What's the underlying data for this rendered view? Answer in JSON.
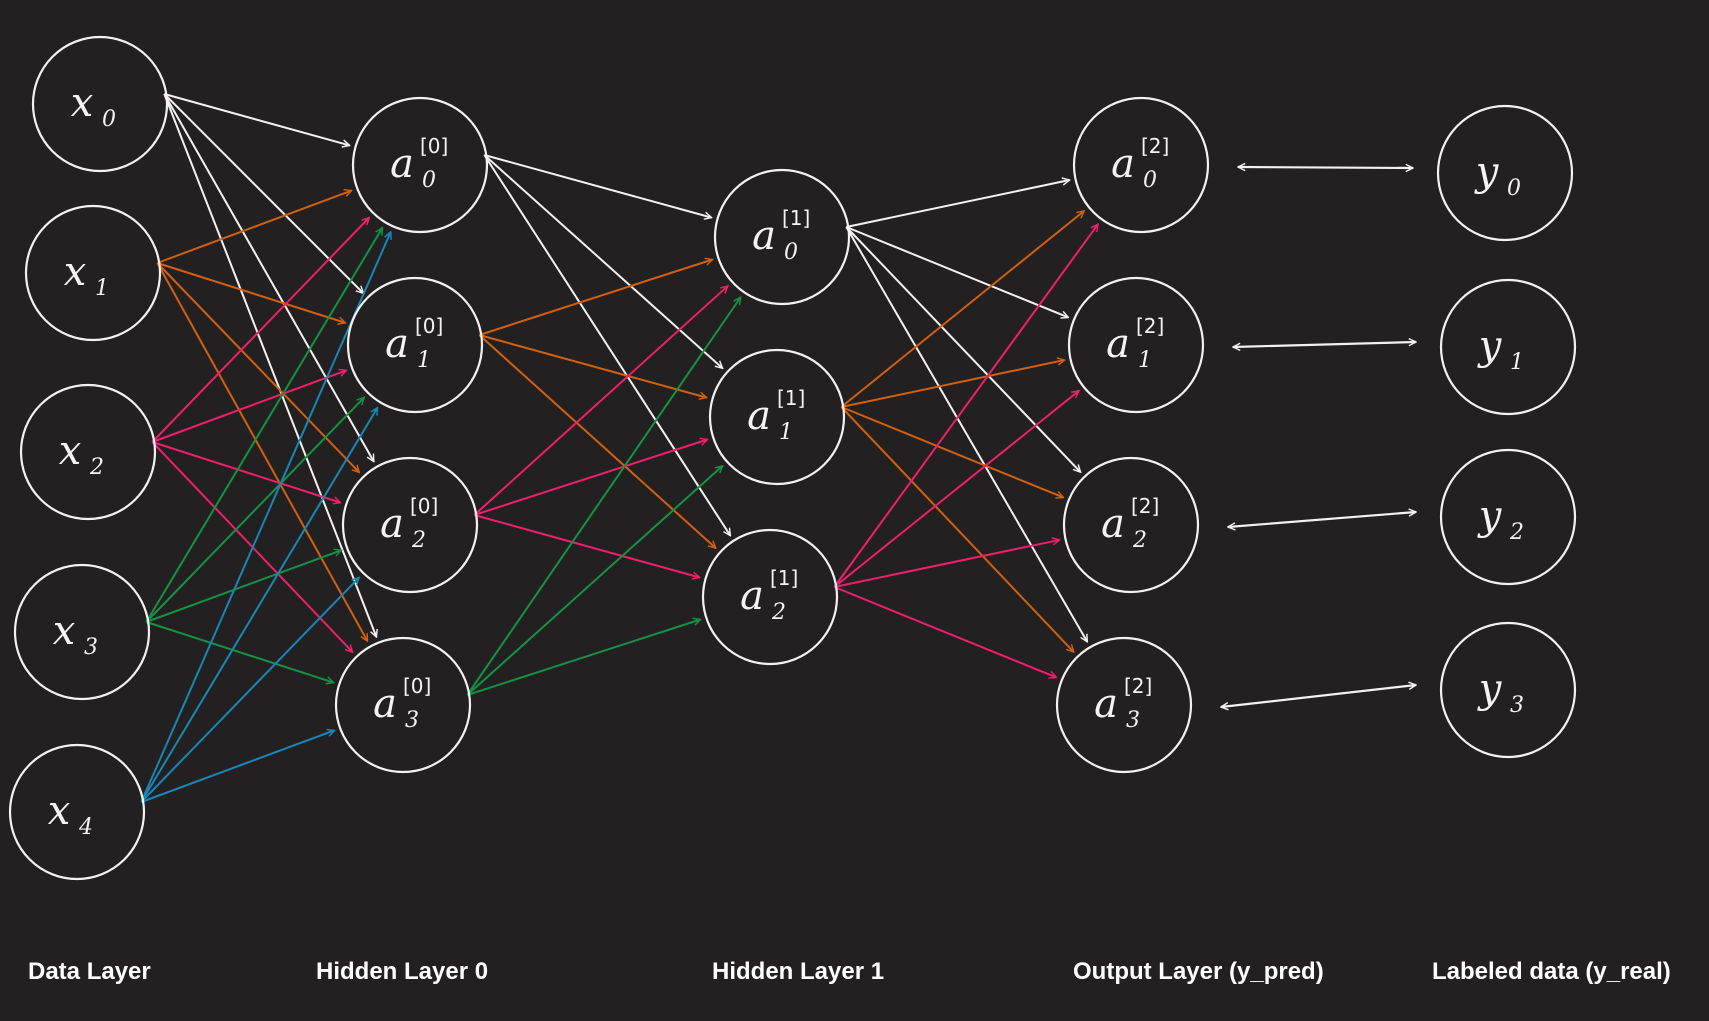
{
  "layer_labels": {
    "data": "Data Layer",
    "hidden0": "Hidden Layer 0",
    "hidden1": "Hidden Layer 1",
    "output": "Output Layer (y_pred)",
    "labeled": "Labeled data (y_real)"
  },
  "colors": {
    "background": "#222020",
    "node_stroke": "#f2f2f2",
    "white_arrow": "#f2f2f2",
    "orange_arrow": "#d2600f",
    "pink_arrow": "#ef1f6a",
    "green_arrow": "#169244",
    "blue_arrow": "#1a86b8"
  },
  "layers": {
    "input": [
      {
        "base": "x",
        "sub": "0"
      },
      {
        "base": "x",
        "sub": "1"
      },
      {
        "base": "x",
        "sub": "2"
      },
      {
        "base": "x",
        "sub": "3"
      },
      {
        "base": "x",
        "sub": "4"
      }
    ],
    "hidden0": [
      {
        "base": "a",
        "sub": "0",
        "sup": "[0]"
      },
      {
        "base": "a",
        "sub": "1",
        "sup": "[0]"
      },
      {
        "base": "a",
        "sub": "2",
        "sup": "[0]"
      },
      {
        "base": "a",
        "sub": "3",
        "sup": "[0]"
      }
    ],
    "hidden1": [
      {
        "base": "a",
        "sub": "0",
        "sup": "[1]"
      },
      {
        "base": "a",
        "sub": "1",
        "sup": "[1]"
      },
      {
        "base": "a",
        "sub": "2",
        "sup": "[1]"
      }
    ],
    "output": [
      {
        "base": "a",
        "sub": "0",
        "sup": "[2]"
      },
      {
        "base": "a",
        "sub": "1",
        "sup": "[2]"
      },
      {
        "base": "a",
        "sub": "2",
        "sup": "[2]"
      },
      {
        "base": "a",
        "sub": "3",
        "sup": "[2]"
      }
    ],
    "labeled": [
      {
        "base": "y",
        "sub": "0"
      },
      {
        "base": "y",
        "sub": "1"
      },
      {
        "base": "y",
        "sub": "2"
      },
      {
        "base": "y",
        "sub": "3"
      }
    ]
  },
  "edge_colors": {
    "input_to_hidden0": [
      "white",
      "orange",
      "pink",
      "green",
      "blue"
    ],
    "hidden0_to_hidden1": [
      "white",
      "orange",
      "pink",
      "green"
    ],
    "hidden1_to_output": [
      "white",
      "orange",
      "pink"
    ]
  },
  "output_label_links": "bidirectional"
}
